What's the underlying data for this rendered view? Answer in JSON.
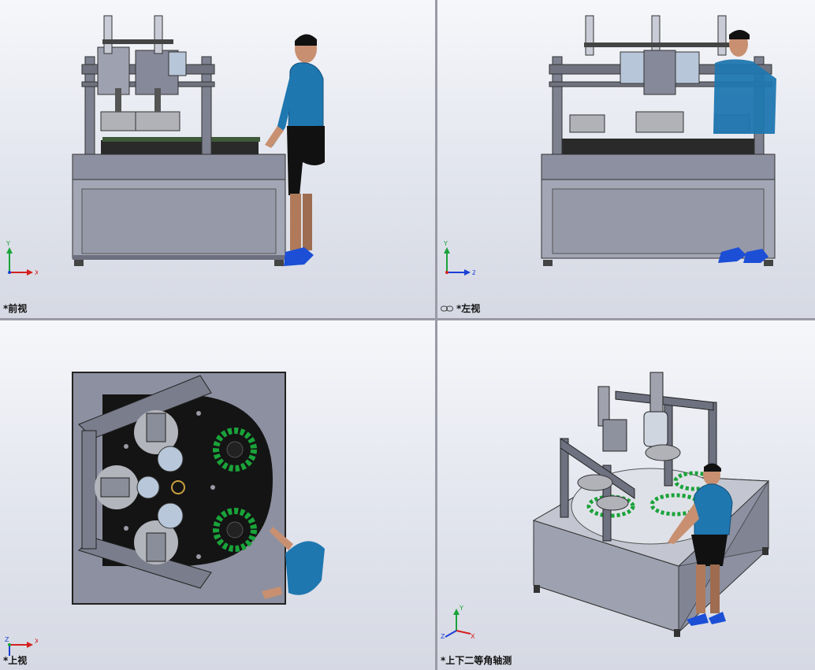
{
  "viewports": {
    "front": {
      "label": "*前视",
      "triad": {
        "up": "Y",
        "right": "X"
      }
    },
    "left": {
      "label": "*左视",
      "triad": {
        "up": "Y",
        "right": "Z"
      }
    },
    "top": {
      "label": "*上视",
      "triad": {
        "up": "Z",
        "right": "X"
      }
    },
    "iso": {
      "label": "*上下二等角轴测",
      "triad": {
        "up": "Y",
        "right": "X",
        "diag": "Z"
      }
    }
  },
  "colors": {
    "frame": "#7e8190",
    "cabinet": "#8d90a0",
    "plate": "#1a1a1a",
    "shirt": "#1f77b0",
    "skin": "#c89070",
    "shorts": "#111111",
    "shoes": "#1c4fd6",
    "green_ring": "#1aa33a",
    "axis_x": "#d42020",
    "axis_y": "#1aa33a",
    "axis_z": "#1c3fd6"
  },
  "icons": {
    "link": "link-icon",
    "triad": "axis-triad-icon"
  }
}
